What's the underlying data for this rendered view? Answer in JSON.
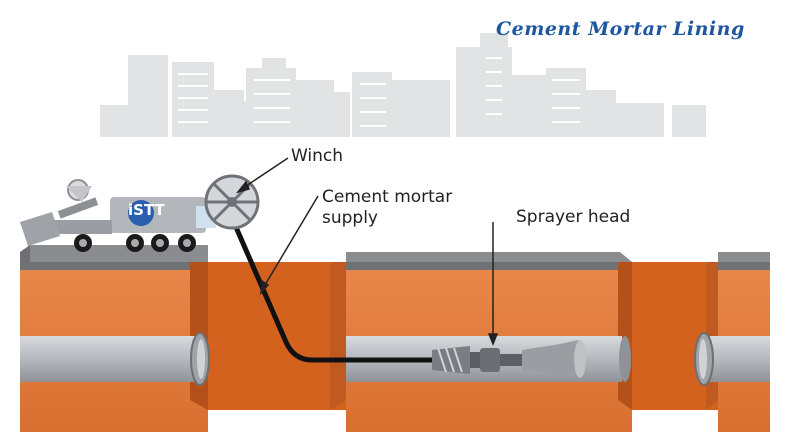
{
  "title": "Cement Mortar Lining",
  "labels": {
    "winch": "Winch",
    "supply": "Cement mortar\nsupply",
    "sprayer": "Sprayer head"
  },
  "logo": "iSTT",
  "colors": {
    "title": "#1e56a0",
    "soil": "#e0793a",
    "soil_dark": "#c55a1f",
    "pit_wall": "#b4501a",
    "road": "#8a8c90",
    "pipe": "#b9bcc0",
    "buildings": "#dfe0e2",
    "logo_blue": "#2a5fb0"
  }
}
